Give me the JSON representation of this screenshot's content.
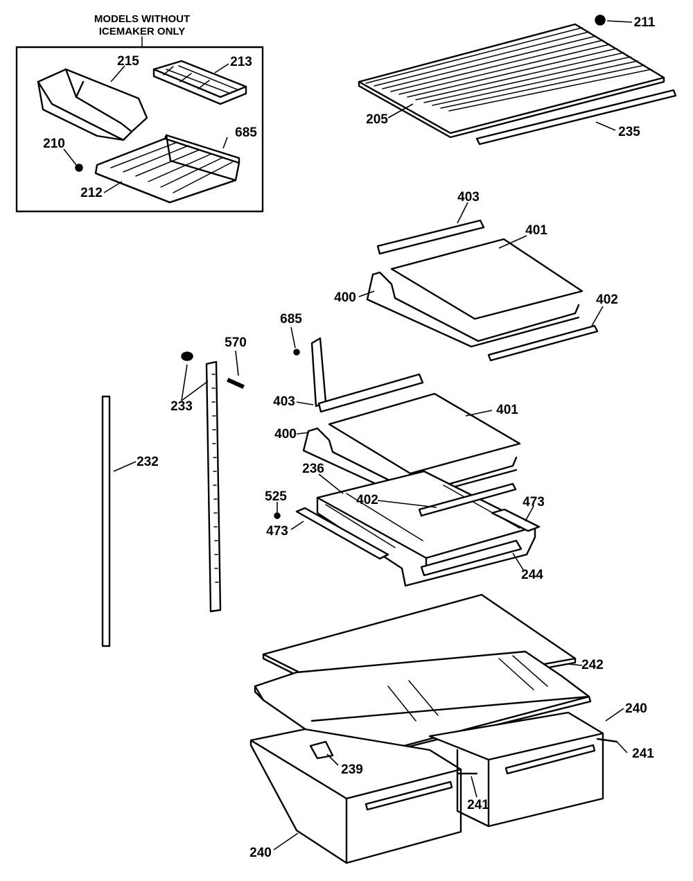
{
  "inset": {
    "title_line1": "MODELS WITHOUT",
    "title_line2": "ICEMAKER ONLY"
  },
  "parts": {
    "p211": "211",
    "p205": "205",
    "p235": "235",
    "p215": "215",
    "p213": "213",
    "p210": "210",
    "p685a": "685",
    "p212": "212",
    "p403a": "403",
    "p401a": "401",
    "p400a": "400",
    "p402a": "402",
    "p685b": "685",
    "p570": "570",
    "p233": "233",
    "p403b": "403",
    "p401b": "401",
    "p232": "232",
    "p400b": "400",
    "p236": "236",
    "p525": "525",
    "p402b": "402",
    "p473a": "473",
    "p473b": "473",
    "p244": "244",
    "p242": "242",
    "p240a": "240",
    "p241a": "241",
    "p239": "239",
    "p241b": "241",
    "p240b": "240"
  }
}
